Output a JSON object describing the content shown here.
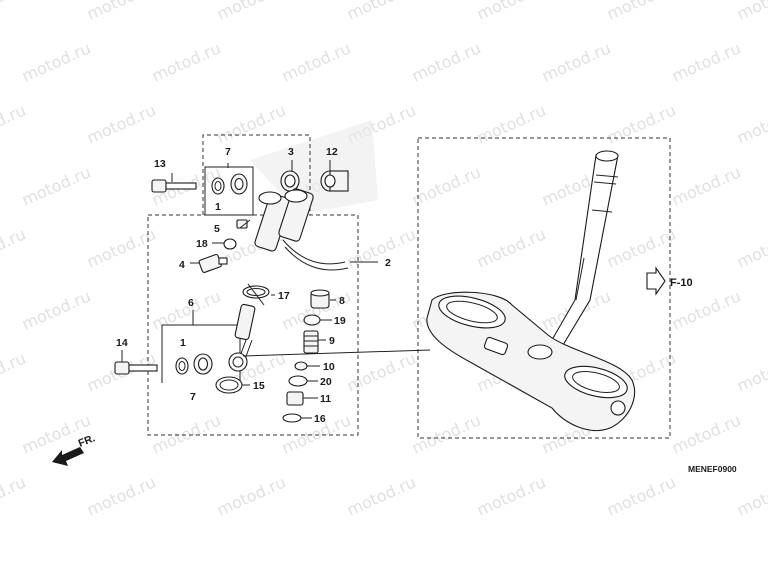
{
  "watermark": "motod.ru",
  "direction_label": "FR.",
  "reference_label": "F-10",
  "diagram_code": "MENEF0900",
  "callouts": {
    "p1_upper": "1",
    "p1_lower": "1",
    "p2": "2",
    "p3": "3",
    "p4": "4",
    "p5": "5",
    "p6": "6",
    "p7_upper": "7",
    "p7_lower": "7",
    "p8": "8",
    "p9": "9",
    "p10": "10",
    "p11": "11",
    "p12": "12",
    "p13": "13",
    "p14": "14",
    "p15": "15",
    "p16": "16",
    "p17": "17",
    "p18": "18",
    "p19": "19",
    "p20": "20"
  },
  "colors": {
    "line": "#1a1a1a",
    "watermark": "#d6d6d6",
    "part_fill": "#f4f4f4"
  }
}
